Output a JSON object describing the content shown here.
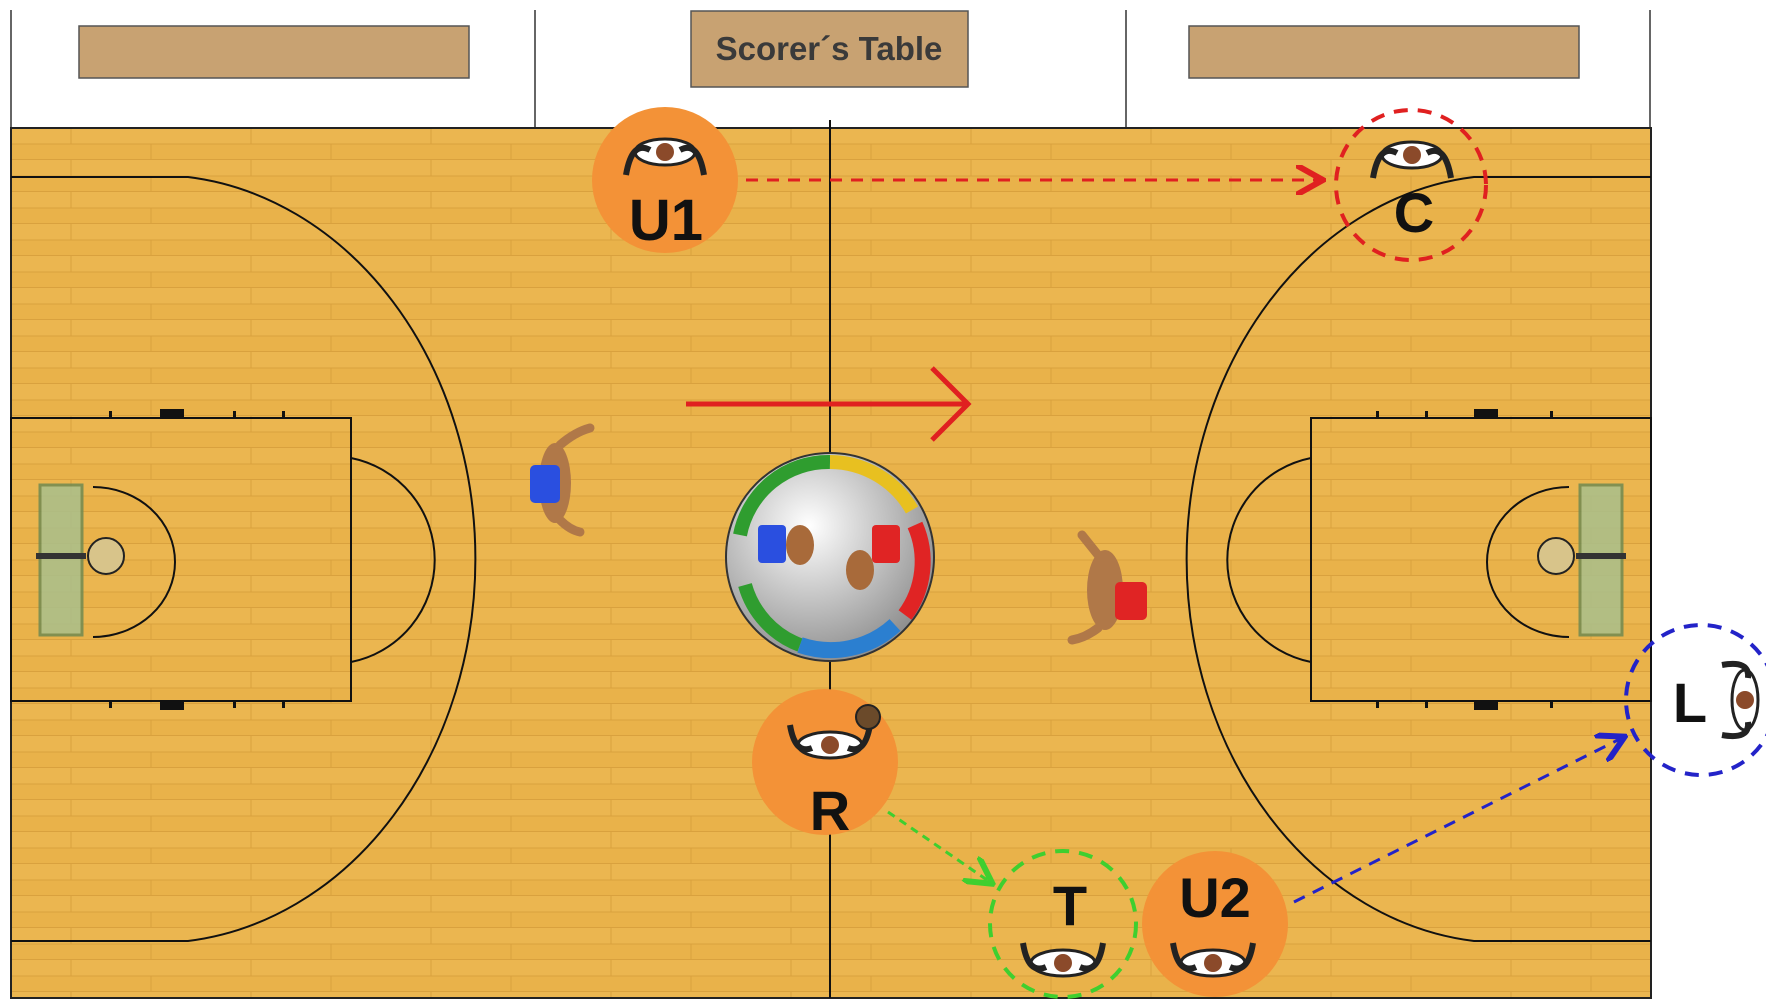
{
  "scorer_table": {
    "label": "Scorer´s Table"
  },
  "colors": {
    "floor": "#e9b24a",
    "floor_plank": "#d9a13e",
    "table": "#c8a272",
    "official_circle": "#f39237",
    "red": "#e02020",
    "green": "#3fcf2f",
    "blue": "#2323c8",
    "team_blue": "#2a4fe0",
    "team_red": "#e02424"
  },
  "officials": [
    {
      "id": "U1",
      "label": "U1",
      "marker": "filled"
    },
    {
      "id": "R",
      "label": "R",
      "marker": "filled"
    },
    {
      "id": "U2",
      "label": "U2",
      "marker": "filled"
    },
    {
      "id": "C",
      "label": "C",
      "marker": "dashed-red"
    },
    {
      "id": "T",
      "label": "T",
      "marker": "dashed-green"
    },
    {
      "id": "L",
      "label": "L",
      "marker": "dashed-blue"
    }
  ],
  "movements": [
    {
      "from": "U1",
      "to": "C",
      "style": "dashed",
      "color": "red"
    },
    {
      "from": "R",
      "to": "T",
      "style": "dashed",
      "color": "green"
    },
    {
      "from": "U2",
      "to": "L",
      "style": "dashed",
      "color": "blue"
    }
  ],
  "play_direction": {
    "direction": "right",
    "color": "red"
  },
  "players": [
    {
      "team": "blue",
      "icon": "player-blue-icon"
    },
    {
      "team": "red",
      "icon": "player-red-icon"
    }
  ]
}
